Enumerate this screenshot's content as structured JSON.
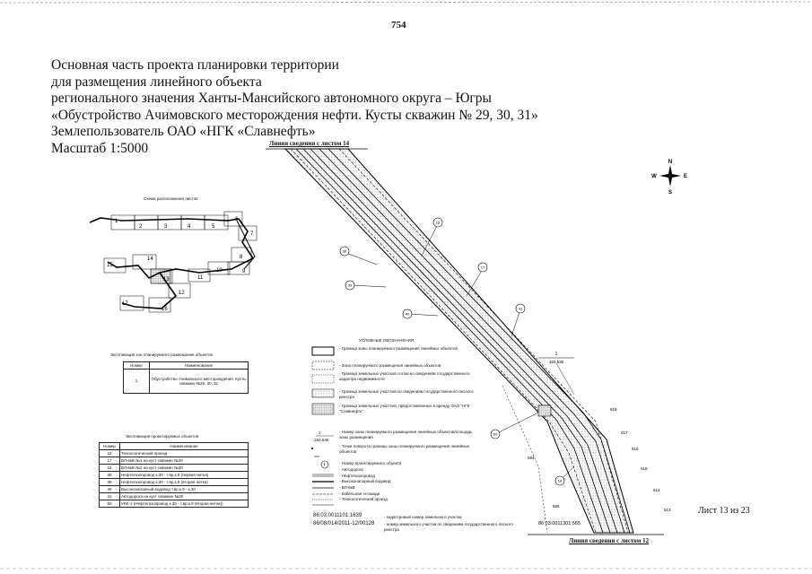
{
  "page_number": "754",
  "title": {
    "lines": [
      "Основная часть проекта планировки территории",
      "для размещения линейного объекта",
      "регионального значения Ханты-Мансийского автономного округа – Югры",
      "«Обустройство Ачимовского месторождения нефти. Кусты скважин № 29, 30, 31»",
      "Землепользователь ОАО «НГК «Славнефть»",
      "Масштаб 1:5000"
    ]
  },
  "map": {
    "match_line_top": "Линия сведения с листом 14",
    "match_line_bottom": "Линия сведения с листом 12",
    "sheet": "Лист 13 из 23",
    "compass": {
      "n": "N",
      "s": "S",
      "w": "W",
      "e": "E"
    },
    "circle_labels": [
      "18",
      "17",
      "39",
      "38",
      "40",
      "41",
      "50",
      "19"
    ],
    "point_labels": [
      "518",
      "517",
      "516",
      "515",
      "514",
      "513",
      "584",
      "585"
    ],
    "object_number": "1",
    "area_value": "183.536",
    "cadastral_top": "86:03:0011301:565"
  },
  "scheme": {
    "title": "Схема расположения листов",
    "sheets": [
      "1",
      "2",
      "3",
      "4",
      "5",
      "6",
      "7",
      "8",
      "9",
      "10",
      "11",
      "12",
      "13",
      "14",
      "15",
      "16",
      "17"
    ]
  },
  "zone_explication": {
    "title": "Экспликация зон планируемого размещения объектов",
    "headers": [
      "Номер",
      "Наименование"
    ],
    "rows": [
      {
        "num": "1",
        "name": "Обустройство Ачимовского месторождения. Кусты скважин №29, 30, 31"
      }
    ]
  },
  "project_explication": {
    "title": "Экспликация проектируемых объектов",
    "headers": [
      "Номер",
      "Наименование"
    ],
    "rows": [
      {
        "num": "19",
        "name": "Технологический проезд"
      },
      {
        "num": "17",
        "name": "ВЛ-6кВ №1 на куст скважин №30"
      },
      {
        "num": "18",
        "name": "ВЛ-6кВ №2 на куст скважин №30"
      },
      {
        "num": "38",
        "name": "Нефтегазопровод к.30 - т.вр.к.9 (первая нитка)"
      },
      {
        "num": "39",
        "name": "Нефтегазопровод к.30 - т.вр.к.9 (вторая нитка)"
      },
      {
        "num": "40",
        "name": "Высоконапорный водовод т.вр.к.9 - к.30"
      },
      {
        "num": "41",
        "name": "Автодорога на куст скважин №30"
      },
      {
        "num": "50",
        "name": "УКЕ-1 (Нефтегазопровод к.30 - т.вр.к.9 (вторая нитка))"
      }
    ]
  },
  "legend": {
    "title": "УСЛОВНЫЕ ОБОЗНАЧЕНИЯ:",
    "items": [
      "- Граница зоны планируемого размещения линейных объектов",
      "- Зона планируемого размещения линейных объектов",
      "- Граница земельных участков согласно сведениям государственного кадастра недвижимости",
      "- Граница земельных участков по сведениям государственного лесного реестра",
      "- Граница земельных участков, предоставленных в аренду ОАО \"НГК \"Славнефть\"",
      "- Номер зоны планируемого размещения линейных объектов/площадь зоны размещения",
      "- Точки поворота границы зоны планируемого размещения линейных объектов",
      "- Номер проектируемого объекта",
      "- Автодорога",
      "- Нефтегазопровод",
      "- Высоконапорный водовод",
      "- ВЛ-6кВ",
      "- Кабельная эстакада",
      "- Технологический проезд"
    ],
    "zone_number": "1",
    "zone_area": "183.536",
    "circle_num": "1",
    "cadastral_1": "86:03:0011101:1639",
    "cadastral_1_desc": "- кадастровый номер земельного участка",
    "cadastral_2": "86/08/014/2011-12/00128",
    "cadastral_2_desc": "- номер земельного участка по сведениям государственного лесного реестра"
  }
}
